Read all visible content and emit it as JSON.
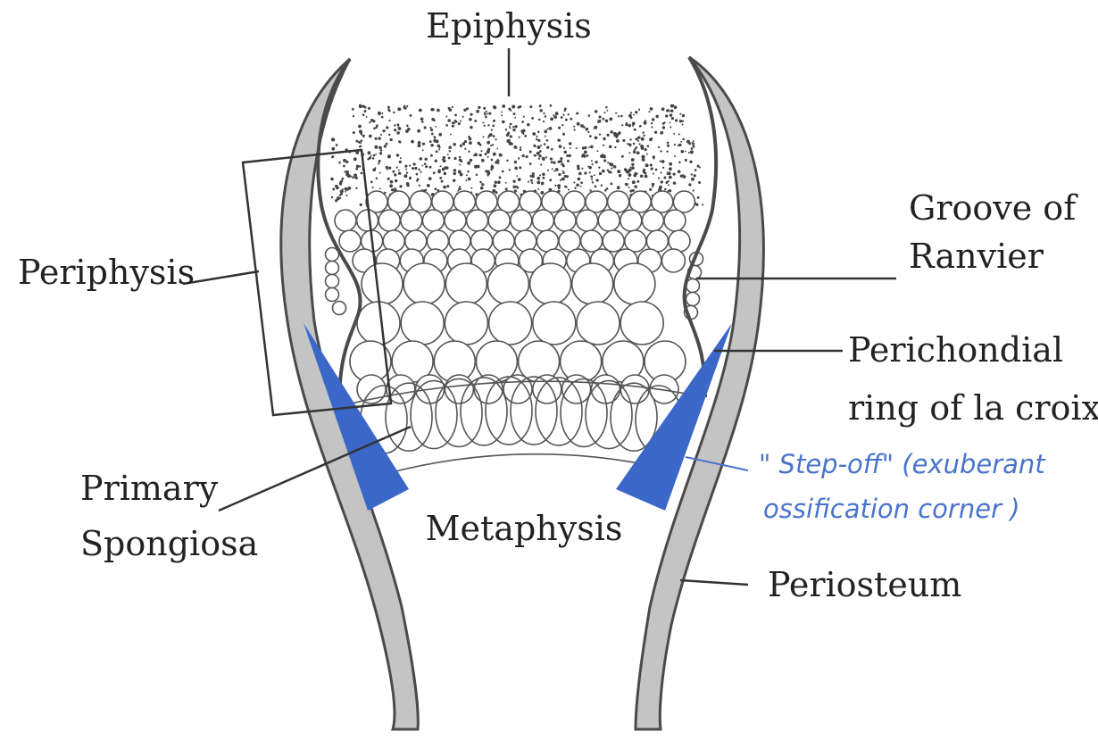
{
  "labels": {
    "epiphysis": "Epiphysis",
    "groove_line1": "Groove of",
    "groove_line2": "Ranvier",
    "periphysis": "Periphysis",
    "perichondrial_line1": "Perichondial",
    "perichondrial_line2": "ring of la croix",
    "stepoff_line1": "\" Step-off\" (exuberant",
    "stepoff_line2": "ossification corner )",
    "primary_line1": "Primary",
    "primary_line2": "Spongiosa",
    "metaphysis": "Metaphysis",
    "periosteum": "Periosteum"
  },
  "colors": {
    "background": "#ffffff",
    "periosteum_fill": "#c4c4c4",
    "ossification_wedge": "#3a67c8",
    "annotation_blue": "#4a74cc",
    "outline": "#4a4a4a",
    "text": "#222222"
  }
}
